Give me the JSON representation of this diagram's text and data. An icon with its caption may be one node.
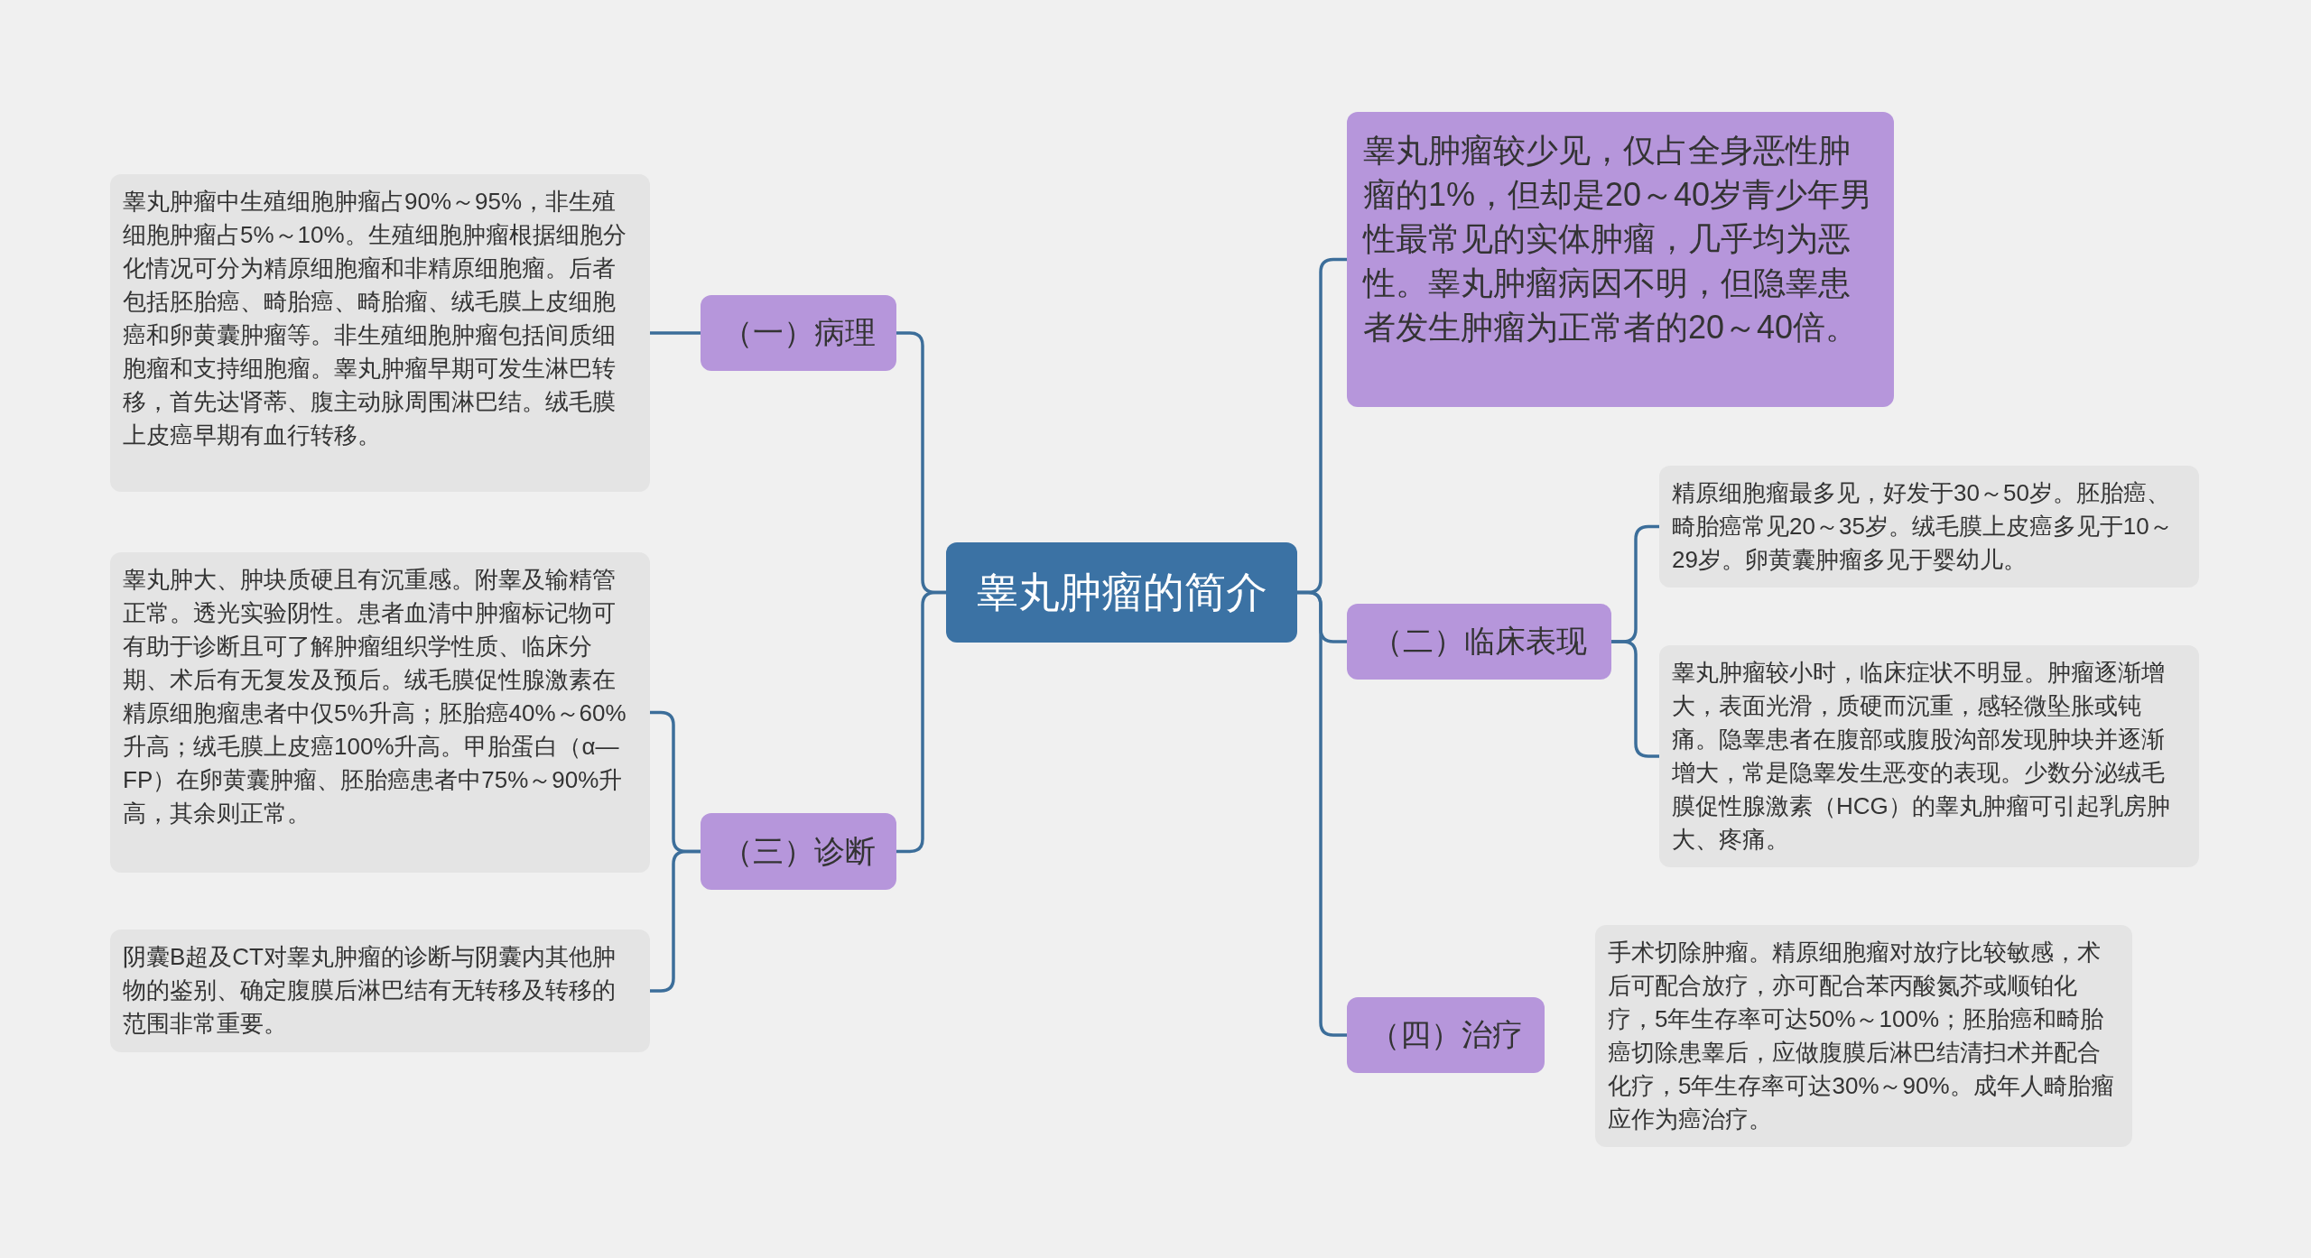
{
  "diagram": {
    "nodes": [
      {
        "text": [
          "睾丸肿瘤的简介"
        ]
      },
      {
        "text": [
          "（一）病理"
        ]
      },
      {
        "text": [
          "睾丸肿瘤中生殖细胞肿瘤占90%～95%，非生殖细胞肿瘤占5%～10%。生殖细胞肿瘤根据细胞分化情况可分为精原细胞瘤和非精原细胞瘤。后者包括胚胎癌、畸胎癌、畸胎瘤、绒毛膜上皮细胞癌和卵黄囊肿瘤等。非生殖细胞肿瘤包括间质细胞瘤和支持细胞瘤。睾丸肿瘤早期可发生淋巴转移，首先达肾蒂、腹主动脉周围淋巴结。绒毛膜上皮癌早期有血行转移。"
        ]
      },
      {
        "text": [
          "睾丸肿瘤较少见，仅占全身恶性肿瘤的1%，但却是20～40岁青少年男性最常见的实体肿瘤，几乎均为恶性。睾丸肿瘤病因不明，但隐睾患者发生肿瘤为正常者的20～40倍。"
        ]
      },
      {
        "text": [
          "（二）临床表现"
        ]
      },
      {
        "text": [
          "精原细胞瘤最多见，好发于30～50岁。胚胎癌、畸胎癌常见20～35岁。绒毛膜上皮癌多见于10～29岁。卵黄囊肿瘤多见于婴幼儿。"
        ]
      },
      {
        "text": [
          "睾丸肿瘤较小时，临床症状不明显。肿瘤逐渐增大，表面光滑，质硬而沉重，感轻微坠胀或钝痛。隐睾患者在腹部或腹股沟部发现肿块并逐渐增大，常是隐睾发生恶变的表现。少数分泌绒毛膜促性腺激素（HCG）的睾丸肿瘤可引起乳房肿大、疼痛。"
        ]
      },
      {
        "text": [
          "（三）诊断"
        ]
      },
      {
        "text": [
          "睾丸肿大、肿块质硬且有沉重感。附睾及输精管正常。透光实验阴性。患者血清中肿瘤标记物可有助于诊断且可了解肿瘤组织学性质、临床分期、术后有无复发及预后。绒毛膜促性腺激素在精原细胞瘤患者中仅5%升高；胚胎癌40%～60%升高；绒毛膜上皮癌100%升高。甲胎蛋白（α—FP）在卵黄囊肿瘤、胚胎癌患者中75%～90%升高，其余则正常。"
        ]
      },
      {
        "text": [
          "阴囊B超及CT对睾丸肿瘤的诊断与阴囊内其他肿物的鉴别、确定腹膜后淋巴结有无转移及转移的范围非常重要。"
        ]
      },
      {
        "text": [
          "（四）治疗"
        ]
      },
      {
        "text": [
          "手术切除肿瘤。精原细胞瘤对放疗比较敏感，术后可配合放疗，亦可配合苯丙酸氮芥或顺铂化疗，5年生存率可达50%～100%；胚胎癌和畸胎癌切除患睾后，应做腹膜后淋巴结清扫术并配合化疗，5年生存率可达30%～90%。成年人畸胎瘤应作为癌治疗。"
        ]
      }
    ],
    "edges": [
      {
        "from": 0,
        "to": 1,
        "arrow": "none"
      },
      {
        "from": 0,
        "to": 3,
        "arrow": "none"
      },
      {
        "from": 0,
        "to": 4,
        "arrow": "none"
      },
      {
        "from": 0,
        "to": 7,
        "arrow": "none"
      },
      {
        "from": 0,
        "to": 10,
        "arrow": "none"
      },
      {
        "from": 1,
        "to": 2,
        "arrow": "none"
      },
      {
        "from": 4,
        "to": 5,
        "arrow": "none"
      },
      {
        "from": 4,
        "to": 6,
        "arrow": "none"
      },
      {
        "from": 7,
        "to": 8,
        "arrow": "none"
      },
      {
        "from": 7,
        "to": 9,
        "arrow": "none"
      }
    ]
  }
}
